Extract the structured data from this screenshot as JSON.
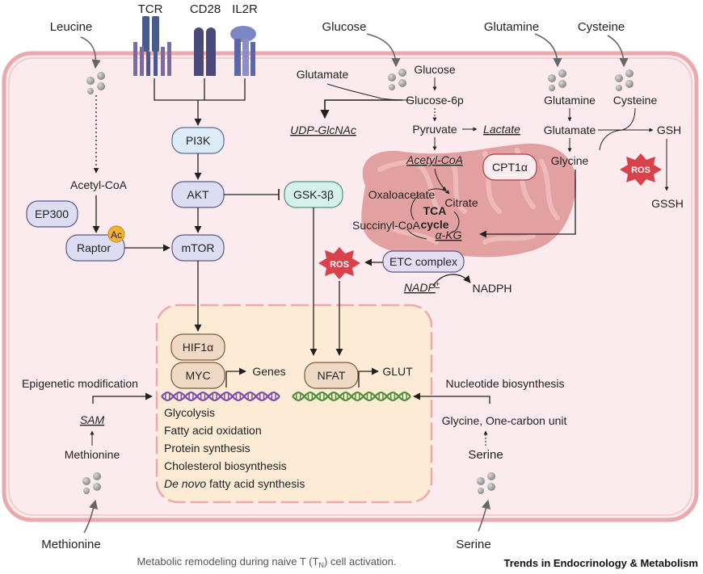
{
  "receptors": {
    "tcr": "TCR",
    "cd28": "CD28",
    "il2r": "IL2R"
  },
  "inputs": {
    "leucine": "Leucine",
    "glucose": "Glucose",
    "glutamine": "Glutamine",
    "cysteine": "Cysteine",
    "methionine": "Methionine",
    "serine": "Serine"
  },
  "signaling": {
    "pi3k": "PI3K",
    "akt": "AKT",
    "mtor": "mTOR",
    "gsk3b": "GSK-3β",
    "ep300": "EP300",
    "raptor": "Raptor",
    "ac": "Ac",
    "acetyl_coa": "Acetyl-CoA"
  },
  "glucose_path": {
    "glutamate": "Glutamate",
    "glucose": "Glucose",
    "glucose6p": "Glucose-6p",
    "udp": "UDP-GlcNAc",
    "pyruvate": "Pyruvate",
    "lactate": "Lactate",
    "acetyl_coa": "Acetyl-CoA"
  },
  "amino_path": {
    "glutamine": "Glutamine",
    "glutamate": "Glutamate",
    "glycine": "Glycine",
    "cysteine": "Cysteine",
    "gsh": "GSH",
    "gssh": "GSSH",
    "ros": "ROS"
  },
  "mito": {
    "cpt1a": "CPT1α",
    "oxaloacetate": "Oxaloacetate",
    "citrate": "Citrate",
    "tca1": "TCA",
    "tca2": "cycle",
    "succinyl": "Succinyl-CoA",
    "akg": "α-KG",
    "etc": "ETC complex",
    "ros": "ROS",
    "nadp": "NADP",
    "nadp_sup": "+",
    "nadph": "NADPH"
  },
  "nucleus": {
    "hif1a": "HIF1α",
    "myc": "MYC",
    "genes": "Genes",
    "nfat": "NFAT",
    "glut": "GLUT",
    "processes": [
      "Glycolysis",
      "Fatty acid oxidation",
      "Protein synthesis",
      "Cholesterol biosynthesis"
    ],
    "denovo_it": "De novo",
    "denovo_rest": " fatty acid synthesis"
  },
  "left_path": {
    "epigenetic": "Epigenetic modification",
    "sam": "SAM",
    "methionine": "Methionine"
  },
  "right_path": {
    "nucleotide": "Nucleotide biosynthesis",
    "glycine_oc": "Glycine, One-carbon unit",
    "serine": "Serine"
  },
  "footer": {
    "caption_pre": "Metabolic remodeling during naive T (T",
    "caption_sub": "N",
    "caption_post": ") cell activation.",
    "journal": "Trends in Endocrinology & Metabolism"
  },
  "colors": {
    "cell_fill": "#fcebee",
    "cell_stroke": "#e9a9ad",
    "nucleus_fill": "#fdebd6",
    "nucleus_stroke": "#e9a9ad",
    "blue_node": "#dcebf7",
    "purple_node": "#dcdcf2",
    "teal_node": "#d6f0ea",
    "brown_node": "#f0d9c4",
    "mito": "#e3a0a0",
    "ros": "#d9424b",
    "ac": "#f0b332",
    "dna_purple": "#7c4daa",
    "dna_green": "#4e8f3a"
  }
}
